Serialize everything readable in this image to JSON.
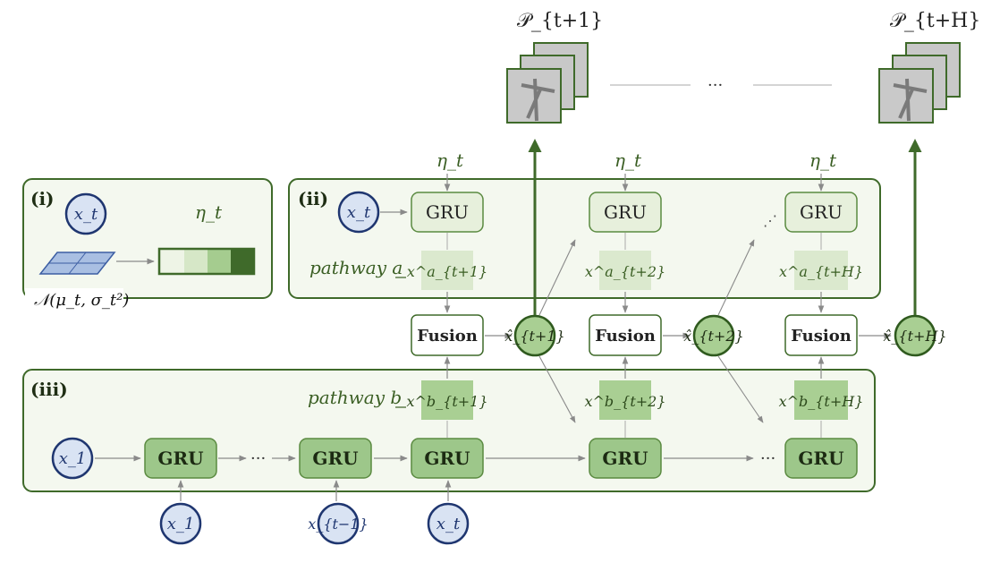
{
  "colors": {
    "panel_border": "#3f6a2a",
    "panel_fill": "#f4f8ef",
    "gru_light_fill": "#e7f0dc",
    "gru_dark_fill": "#9dc78a",
    "hidden_light_fill": "#dbe9ce",
    "hidden_dark_fill": "#a9cf93",
    "fusion_border": "#3f6a2a",
    "input_circle_fill": "#d9e3f3",
    "input_circle_border": "#1f3670",
    "output_circle_fill": "#a9cf93",
    "output_circle_border": "#2f5a1e",
    "arrow": "#8a8a8a",
    "thick_arrow": "#3f6a2a"
  },
  "panels": {
    "i_label": "(i)",
    "ii_label": "(ii)",
    "iii_label": "(iii)"
  },
  "panel_i": {
    "input": "x_t",
    "eta": "η_t",
    "distribution": "𝒩(μ_t, σ_t²)"
  },
  "panel_ii": {
    "input": "x_t",
    "pathway": "pathway a",
    "gru": "GRU",
    "eta_labels": [
      "η_t",
      "η_t",
      "η_t"
    ],
    "hidden": [
      "x^a_{t+1}",
      "x^a_{t+2}",
      "x^a_{t+H}"
    ],
    "ellipsis_dots": "⋰"
  },
  "fusion": {
    "label": "Fusion",
    "outputs": [
      "x̂_{t+1}",
      "x̂_{t+2}",
      "x̂_{t+H}"
    ]
  },
  "panel_iii": {
    "pathway": "pathway b",
    "gru": "GRU",
    "inputs_inline": [
      "x_1"
    ],
    "hidden": [
      "x^b_{t+1}",
      "x^b_{t+2}",
      "x^b_{t+H}"
    ],
    "ellipsis": "···",
    "bottom_inputs": [
      "x_1",
      "x_{t−1}",
      "x_t"
    ]
  },
  "predictions": {
    "labels": [
      "𝒫_{t+1}",
      "𝒫_{t+H}"
    ],
    "ellipsis": "···"
  }
}
